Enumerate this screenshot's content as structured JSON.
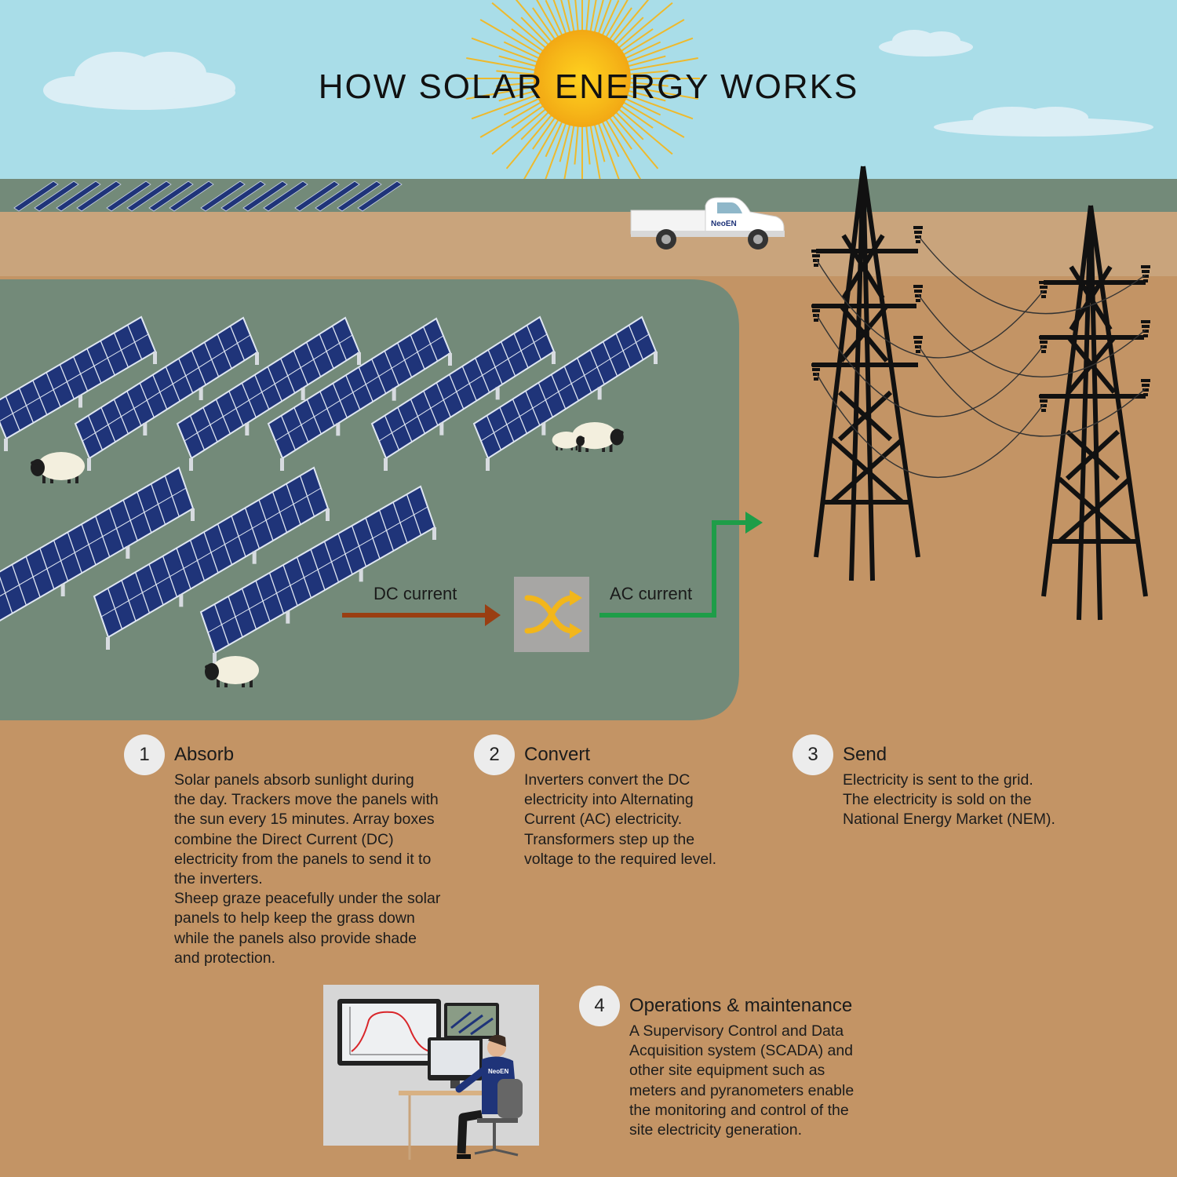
{
  "title": "HOW SOLAR ENERGY WORKS",
  "colors": {
    "sky": "#a9dde8",
    "ground": "#c39465",
    "field": "#738a79",
    "panel": "#1f3479",
    "dc_arrow": "#9a3e12",
    "ac_arrow": "#1e9d48",
    "sun": "#f5b51a"
  },
  "truck_brand": "NeoEN",
  "flow": {
    "dc_label": "DC current",
    "ac_label": "AC current",
    "inverter_icon": "shuffle-arrows-icon"
  },
  "steps": [
    {
      "number": "1",
      "heading": "Absorb",
      "body": "Solar panels absorb sunlight during\nthe day. Trackers move the panels with\nthe sun every 15 minutes. Array boxes\ncombine the Direct Current (DC)\nelectricity from the panels to send it to\nthe inverters.\nSheep graze peacefully under the solar\npanels to help keep the grass down\nwhile the panels also provide shade\nand protection."
    },
    {
      "number": "2",
      "heading": "Convert",
      "body": "Inverters convert the DC\nelectricity into Alternating\nCurrent (AC) electricity.\nTransformers step up the\nvoltage to the required level."
    },
    {
      "number": "3",
      "heading": "Send",
      "body": "Electricity is sent to the grid.\nThe electricity is sold on the\nNational Energy Market (NEM)."
    },
    {
      "number": "4",
      "heading": "Operations & maintenance",
      "body": "A Supervisory Control and Data\nAcquisition system (SCADA) and\nother site equipment such as\nmeters and pyranometers enable\nthe monitoring and control of the\nsite electricity generation."
    }
  ],
  "operator": {
    "shirt_brand": "NeoEN"
  }
}
